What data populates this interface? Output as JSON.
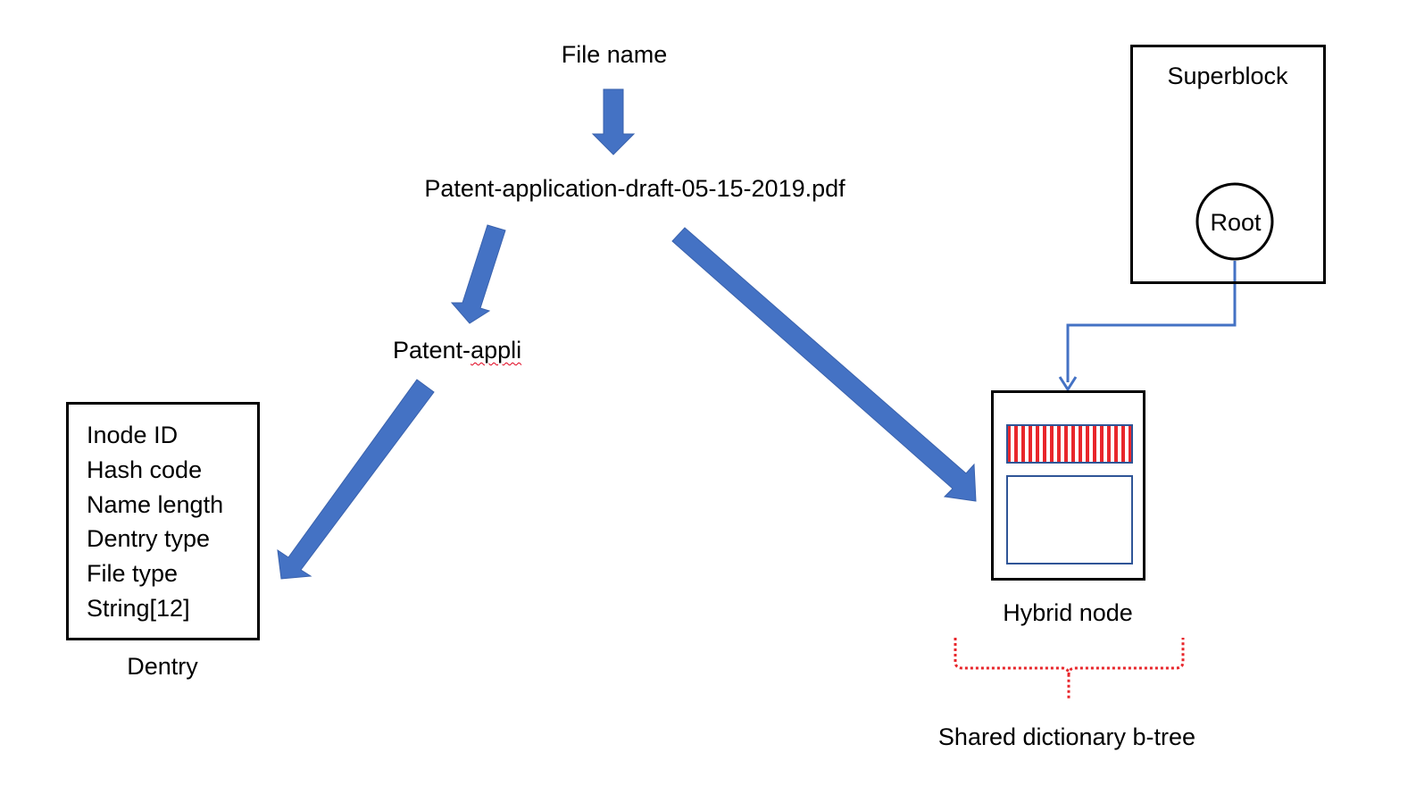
{
  "labels": {
    "file_name": "File name",
    "full_name": "Patent-application-draft-05-15-2019.pdf",
    "truncated_prefix": "Patent-",
    "truncated_suffix": "appli",
    "dentry": "Dentry",
    "hybrid_node": "Hybrid node",
    "superblock": "Superblock",
    "root": "Root",
    "shared_dictionary": "Shared dictionary b-tree"
  },
  "dentry_fields": [
    "Inode ID",
    "Hash code",
    "Name length",
    "Dentry type",
    "File type",
    "String[12]"
  ],
  "colors": {
    "arrow": "#4472C4",
    "connector": "#4472C4",
    "hatch": "#E8262B",
    "brace": "#E8262B",
    "outline": "#000000"
  }
}
